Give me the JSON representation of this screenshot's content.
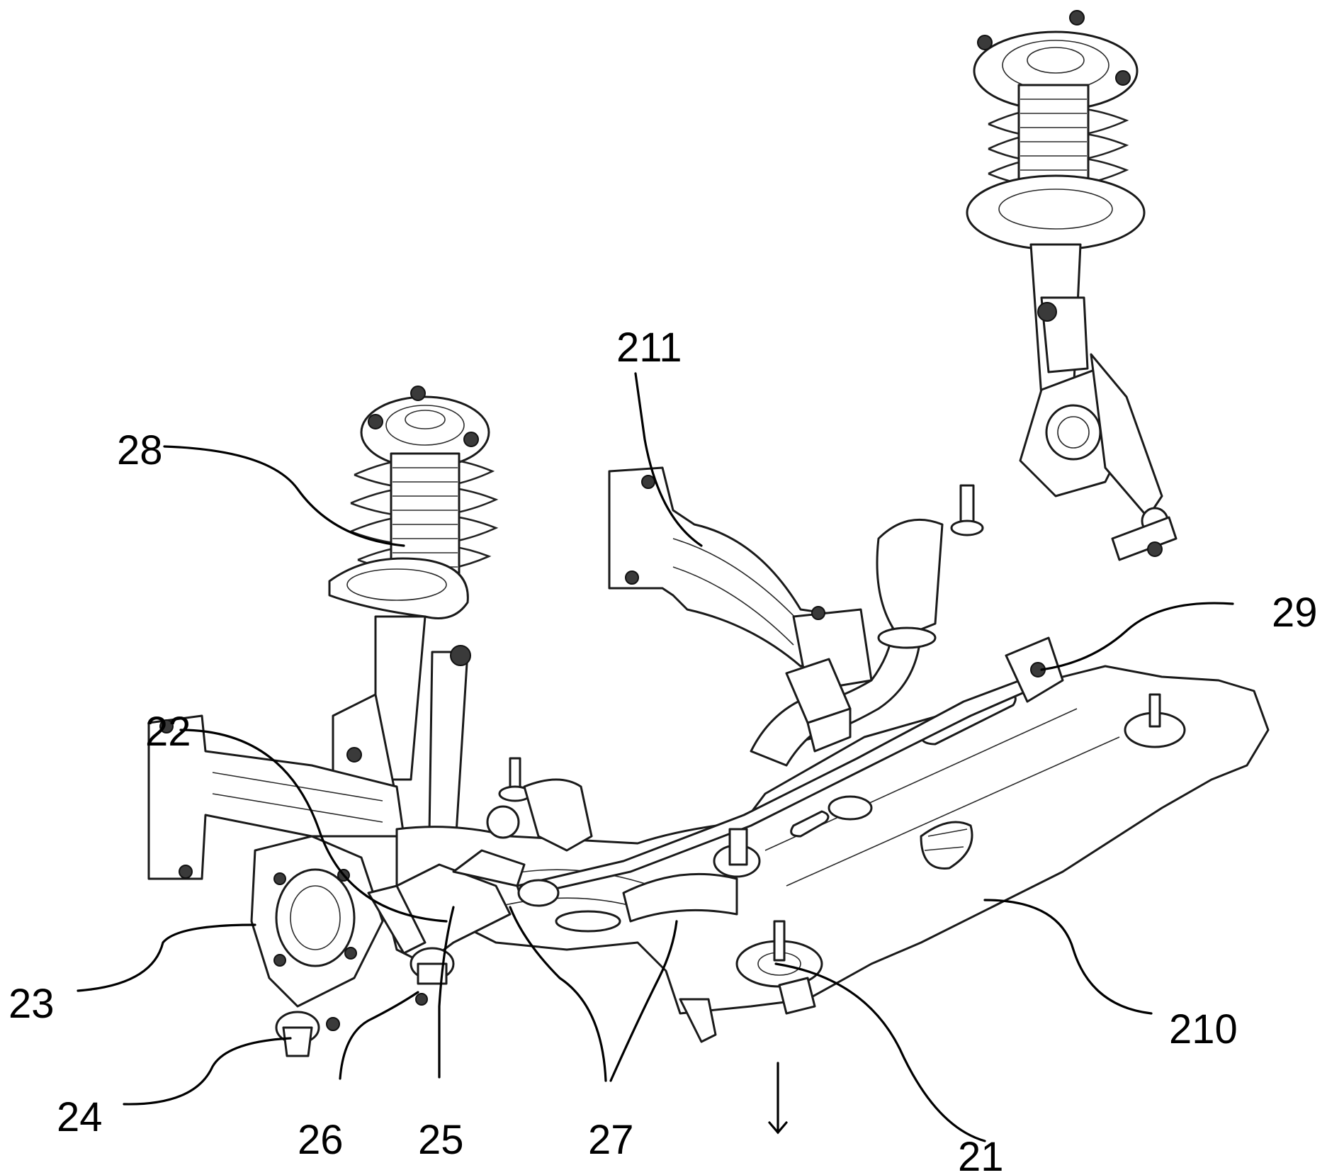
{
  "figure": {
    "colors": {
      "ink": "#000000",
      "background": "#ffffff"
    },
    "labels": {
      "l21": "21",
      "l22": "22",
      "l23": "23",
      "l24": "24",
      "l25": "25",
      "l26": "26",
      "l27": "27",
      "l28": "28",
      "l29": "29",
      "l210": "210",
      "l211": "211"
    }
  }
}
